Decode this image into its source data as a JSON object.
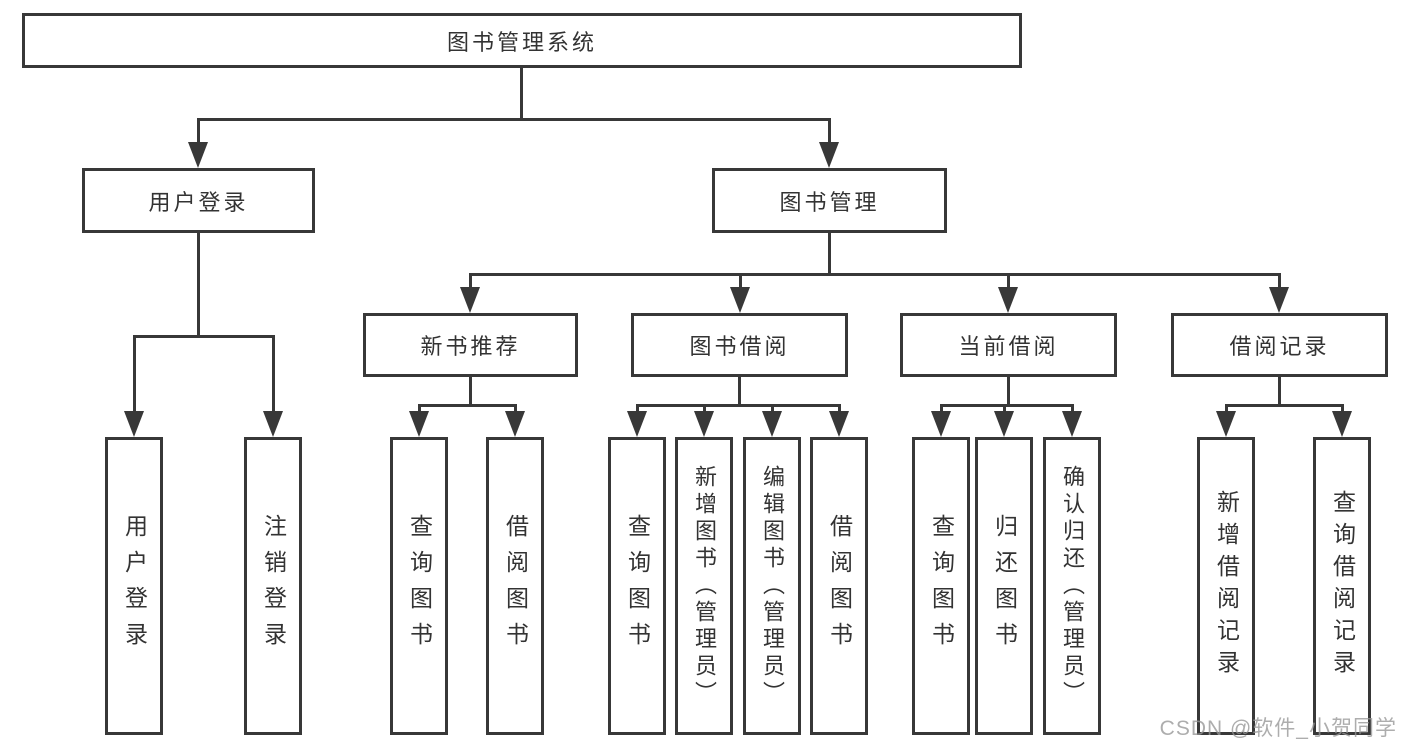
{
  "tree": {
    "root": "图书管理系统",
    "branches": [
      {
        "label": "用户登录",
        "children": [
          "用户登录",
          "注销登录"
        ]
      },
      {
        "label": "图书管理",
        "sections": [
          {
            "label": "新书推荐",
            "children": [
              "查询图书",
              "借阅图书"
            ]
          },
          {
            "label": "图书借阅",
            "children": [
              "查询图书",
              "新增图书（管理员）",
              "编辑图书（管理员）",
              "借阅图书"
            ]
          },
          {
            "label": "当前借阅",
            "children": [
              "查询图书",
              "归还图书",
              "确认归还（管理员）"
            ]
          },
          {
            "label": "借阅记录",
            "children": [
              "新增借阅记录",
              "查询借阅记录"
            ]
          }
        ]
      }
    ]
  },
  "watermark": "CSDN @软件_小贺同学",
  "colors": {
    "line": "#383838",
    "text": "#333333",
    "background": "#ffffff",
    "watermark": "#969696"
  }
}
